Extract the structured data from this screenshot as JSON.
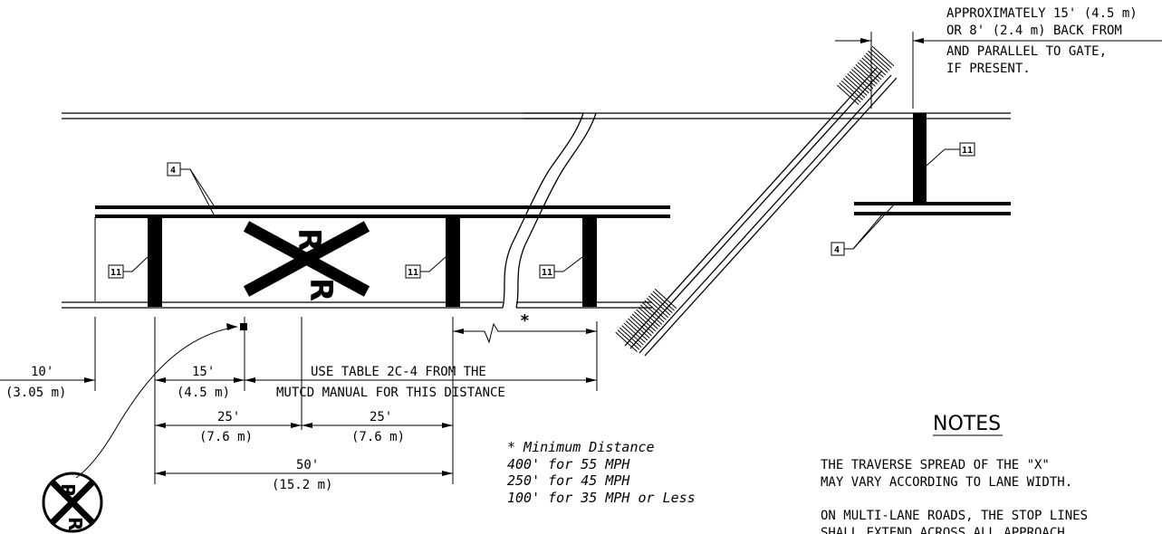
{
  "top_note": [
    "APPROXIMATELY 15' (4.5 m)",
    "OR 8' (2.4 m) BACK FROM",
    "AND PARALLEL TO GATE,",
    "IF PRESENT."
  ],
  "callouts": {
    "stop_line": "11",
    "edge_line": "4"
  },
  "marking_letter": "R",
  "asterisk": "*",
  "dims": {
    "d10": "10'",
    "d10m": "(3.05 m)",
    "d15": "15'",
    "d15m": "(4.5 m)",
    "use_table_1": "USE TABLE 2C-4 FROM THE",
    "use_table_2": "MUTCD MANUAL FOR THIS DISTANCE",
    "d25a": "25'",
    "d25am": "(7.6 m)",
    "d25b": "25'",
    "d25bm": "(7.6 m)",
    "d50": "50'",
    "d50m": "(15.2 m)"
  },
  "min_distance": {
    "title": "*  Minimum Distance",
    "rows": [
      "400'  for  55 MPH",
      "250'  for  45 MPH",
      "100'  for  35 MPH or Less"
    ]
  },
  "notes": {
    "heading": "NOTES",
    "n1_l1": "THE TRAVERSE SPREAD OF THE \"X\"",
    "n1_l2": "MAY VARY ACCORDING TO LANE WIDTH.",
    "n2_l1": "ON MULTI-LANE ROADS, THE STOP LINES",
    "n2_l2": "SHALL EXTEND ACROSS ALL APPROACH"
  }
}
